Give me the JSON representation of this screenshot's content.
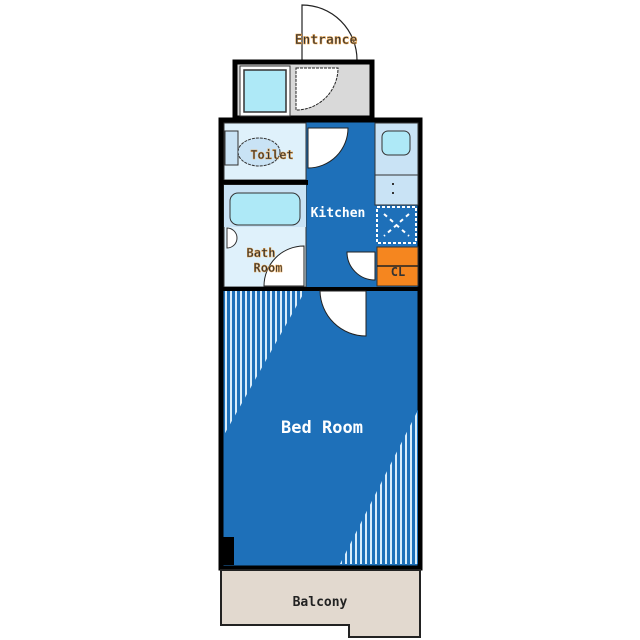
{
  "rooms": {
    "entrance": "Entrance",
    "toilet": "Toilet",
    "kitchen": "Kitchen",
    "bath": "Bath",
    "bath2": "Room",
    "closet": "CL",
    "bedroom": "Bed Room",
    "balcony": "Balcony"
  },
  "colors": {
    "main_blue": "#1e70b9",
    "light_blue": "#dff1fb",
    "fixture_blue": "#aee9f7",
    "entry_grey": "#d9d9d9",
    "closet_orange": "#f5861f",
    "balcony_beige": "#e2d9cf"
  }
}
